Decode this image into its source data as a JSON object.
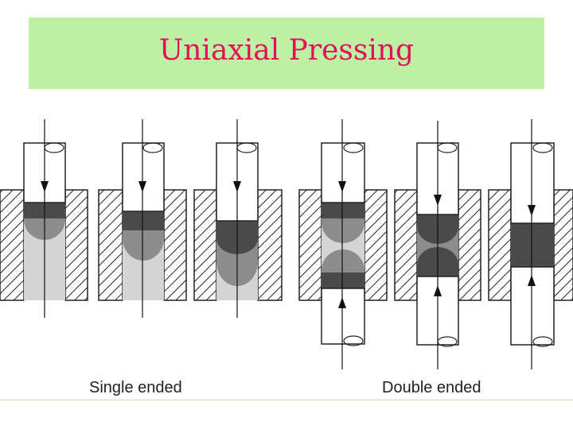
{
  "title": "Uniaxial Pressing",
  "captions": {
    "single": "Single ended",
    "double": "Double ended"
  },
  "colors": {
    "title_bg": "#bdf0a3",
    "title_text": "#e0105a",
    "compact_dark": "#4a4a4a",
    "compact_mid": "#8c8c8c",
    "compact_light": "#d4d4d4"
  },
  "diagram": {
    "panel_count": 6,
    "groups": [
      "single ended",
      "double ended"
    ]
  }
}
